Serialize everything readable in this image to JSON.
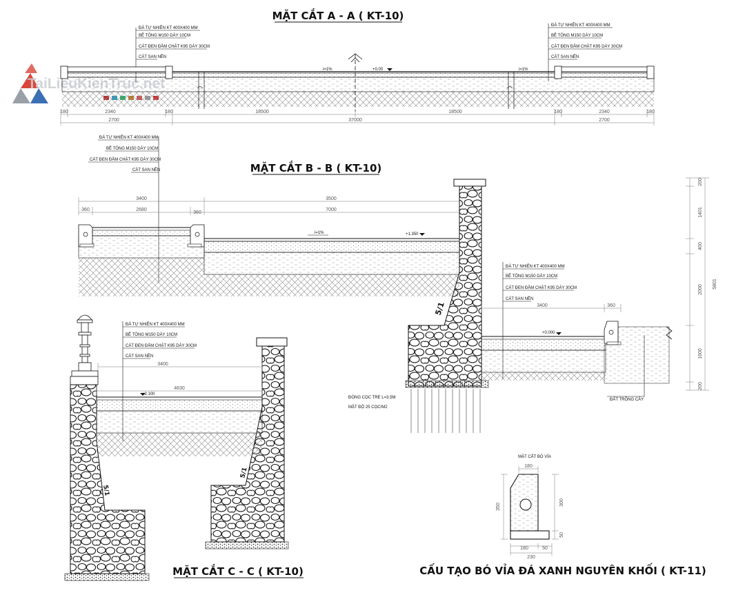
{
  "colors": {
    "ink": "#111111",
    "dim_ink": "#555555",
    "hatch": "#8a8a8a",
    "watermark_red": "#d9463a",
    "watermark_blue": "#3b6fb6",
    "watermark_gray": "#9aa0a8"
  },
  "watermark": {
    "text": "TaiLieuKienTruc.net"
  },
  "section_aa": {
    "title": "MẶT CẮT A - A ( KT-10)",
    "layers": [
      "ĐÁ TỰ NHIÊN KT 400X400 MM",
      "BÊ TÔNG M150 DÀY 10CM",
      "CÁT ĐEN ĐẦM CHẶT K95 DÀY 30CM",
      "CÁT SAN NỀN"
    ],
    "slope_left": "i=1%",
    "slope_right": "i=1%",
    "level": "+0.00",
    "dims_top": [
      "180",
      "2340",
      "180",
      "18500",
      "18500",
      "180",
      "2340",
      "180"
    ],
    "dims_bottom": [
      "2700",
      "37000",
      "2700"
    ]
  },
  "section_bb": {
    "title": "MẶT CẮT B - B ( KT-10)",
    "layers": [
      "ĐÁ TỰ NHIÊN KT 400X400 MM",
      "BÊ TÔNG M150 DÀY 10CM",
      "CÁT ĐEN ĐẦM CHẶT K95 DÀY 30CM",
      "CÁT SAN NỀN"
    ],
    "dims_row1": [
      "3400",
      "3500"
    ],
    "dims_row2": [
      "360",
      "2680",
      "360",
      "7000"
    ],
    "slope": "i=1%",
    "level_upper": "+1.350",
    "wall_slope": "5/1",
    "layers_lower": [
      "ĐÁ TỰ NHIÊN KT 400X400 MM",
      "BÊ TÔNG M150 DÀY 10CM",
      "CÁT ĐEN ĐẦM CHẶT K95 DÀY 30CM",
      "CÁT SAN NỀN"
    ],
    "dims_lower": [
      "3400",
      "360"
    ],
    "level_lower": "+0.000",
    "piles_line1": "ĐÓNG CỌC TRE L=3.5M",
    "piles_line2": "MẬT ĐỘ 25 CỌC/M2",
    "planting_soil": "ĐẤT TRỒNG CÂY",
    "vertical_dims": [
      "200",
      "1401",
      "400",
      "2000",
      "1600",
      "200"
    ],
    "vertical_total": "5801"
  },
  "section_cc": {
    "title": "MẶT CẮT C - C ( KT-10)",
    "layers": [
      "ĐÁ TỰ NHIÊN KT 400X400 MM",
      "BÊ TÔNG M150 DÀY 10CM",
      "CÁT ĐEN ĐẦM CHẶT K95 DÀY 30CM",
      "CÁT SAN NỀN"
    ],
    "dim_a": "3400",
    "dim_b": "4630",
    "level": "+2.100",
    "slope_left": "5/1",
    "slope_right": "5/1"
  },
  "curb": {
    "subtitle": "MẶT CẮT BÓ VỈA",
    "title": "CẤU TẠO BÓ VỈA ĐÁ XANH NGUYÊN KHỐI ( KT-11)",
    "dim_top": "180",
    "dim_height": "350",
    "dim_right": "300",
    "dim_right_small": "50",
    "dim_bottom_a": "180",
    "dim_bottom_b": "50",
    "dim_bottom_total": "230"
  }
}
